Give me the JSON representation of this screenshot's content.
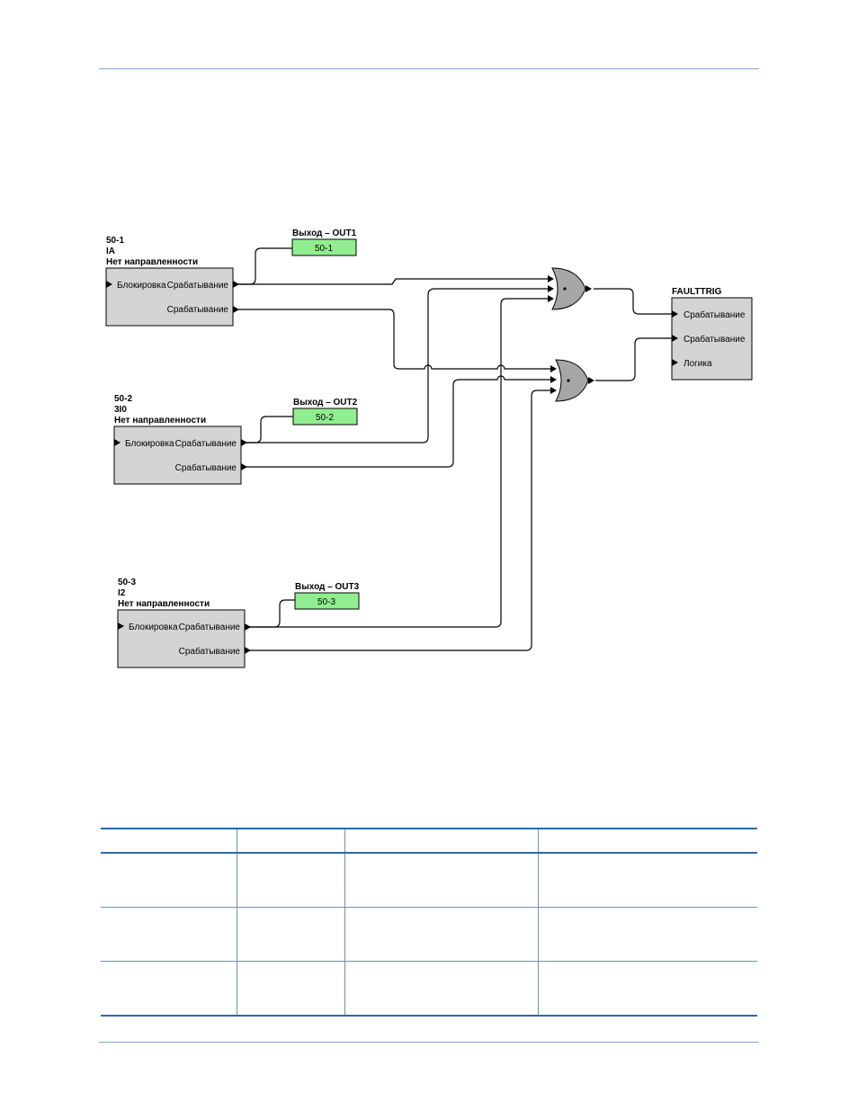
{
  "diagram": {
    "blocks": [
      {
        "id": "50-1",
        "name": "50-1",
        "signal": "IA",
        "mode": "Нет направленности",
        "port_block": "Блокировка",
        "port_trip_top": "Срабатывание",
        "port_trip": "Срабатывание",
        "output_title": "Выход – OUT1",
        "output_label": "50-1"
      },
      {
        "id": "50-2",
        "name": "50-2",
        "signal": "3I0",
        "mode": "Нет направленности",
        "port_block": "Блокировка",
        "port_trip_top": "Срабатывание",
        "port_trip": "Срабатывание",
        "output_title": "Выход – OUT2",
        "output_label": "50-2"
      },
      {
        "id": "50-3",
        "name": "50-3",
        "signal": "I2",
        "mode": "Нет направленности",
        "port_block": "Блокировка",
        "port_trip_top": "Срабатывание",
        "port_trip": "Срабатывание",
        "output_title": "Выход – OUT3",
        "output_label": "50-3"
      }
    ],
    "faulttrig": {
      "title": "FAULTTRIG",
      "inputs": [
        "Срабатывание",
        "Срабатывание",
        "Логика"
      ]
    },
    "colors": {
      "output_fill": "#90ee90",
      "block_fill": "#d4d4d4",
      "gate_fill": "#a6a6a6",
      "rule": "#7fa7c9",
      "table_border": "#2a6aa8"
    }
  },
  "table": {
    "headers": [
      "",
      "",
      "",
      ""
    ],
    "rows": [
      [
        "",
        "",
        "",
        ""
      ],
      [
        "",
        "",
        "",
        ""
      ],
      [
        "",
        "",
        "",
        ""
      ]
    ]
  }
}
